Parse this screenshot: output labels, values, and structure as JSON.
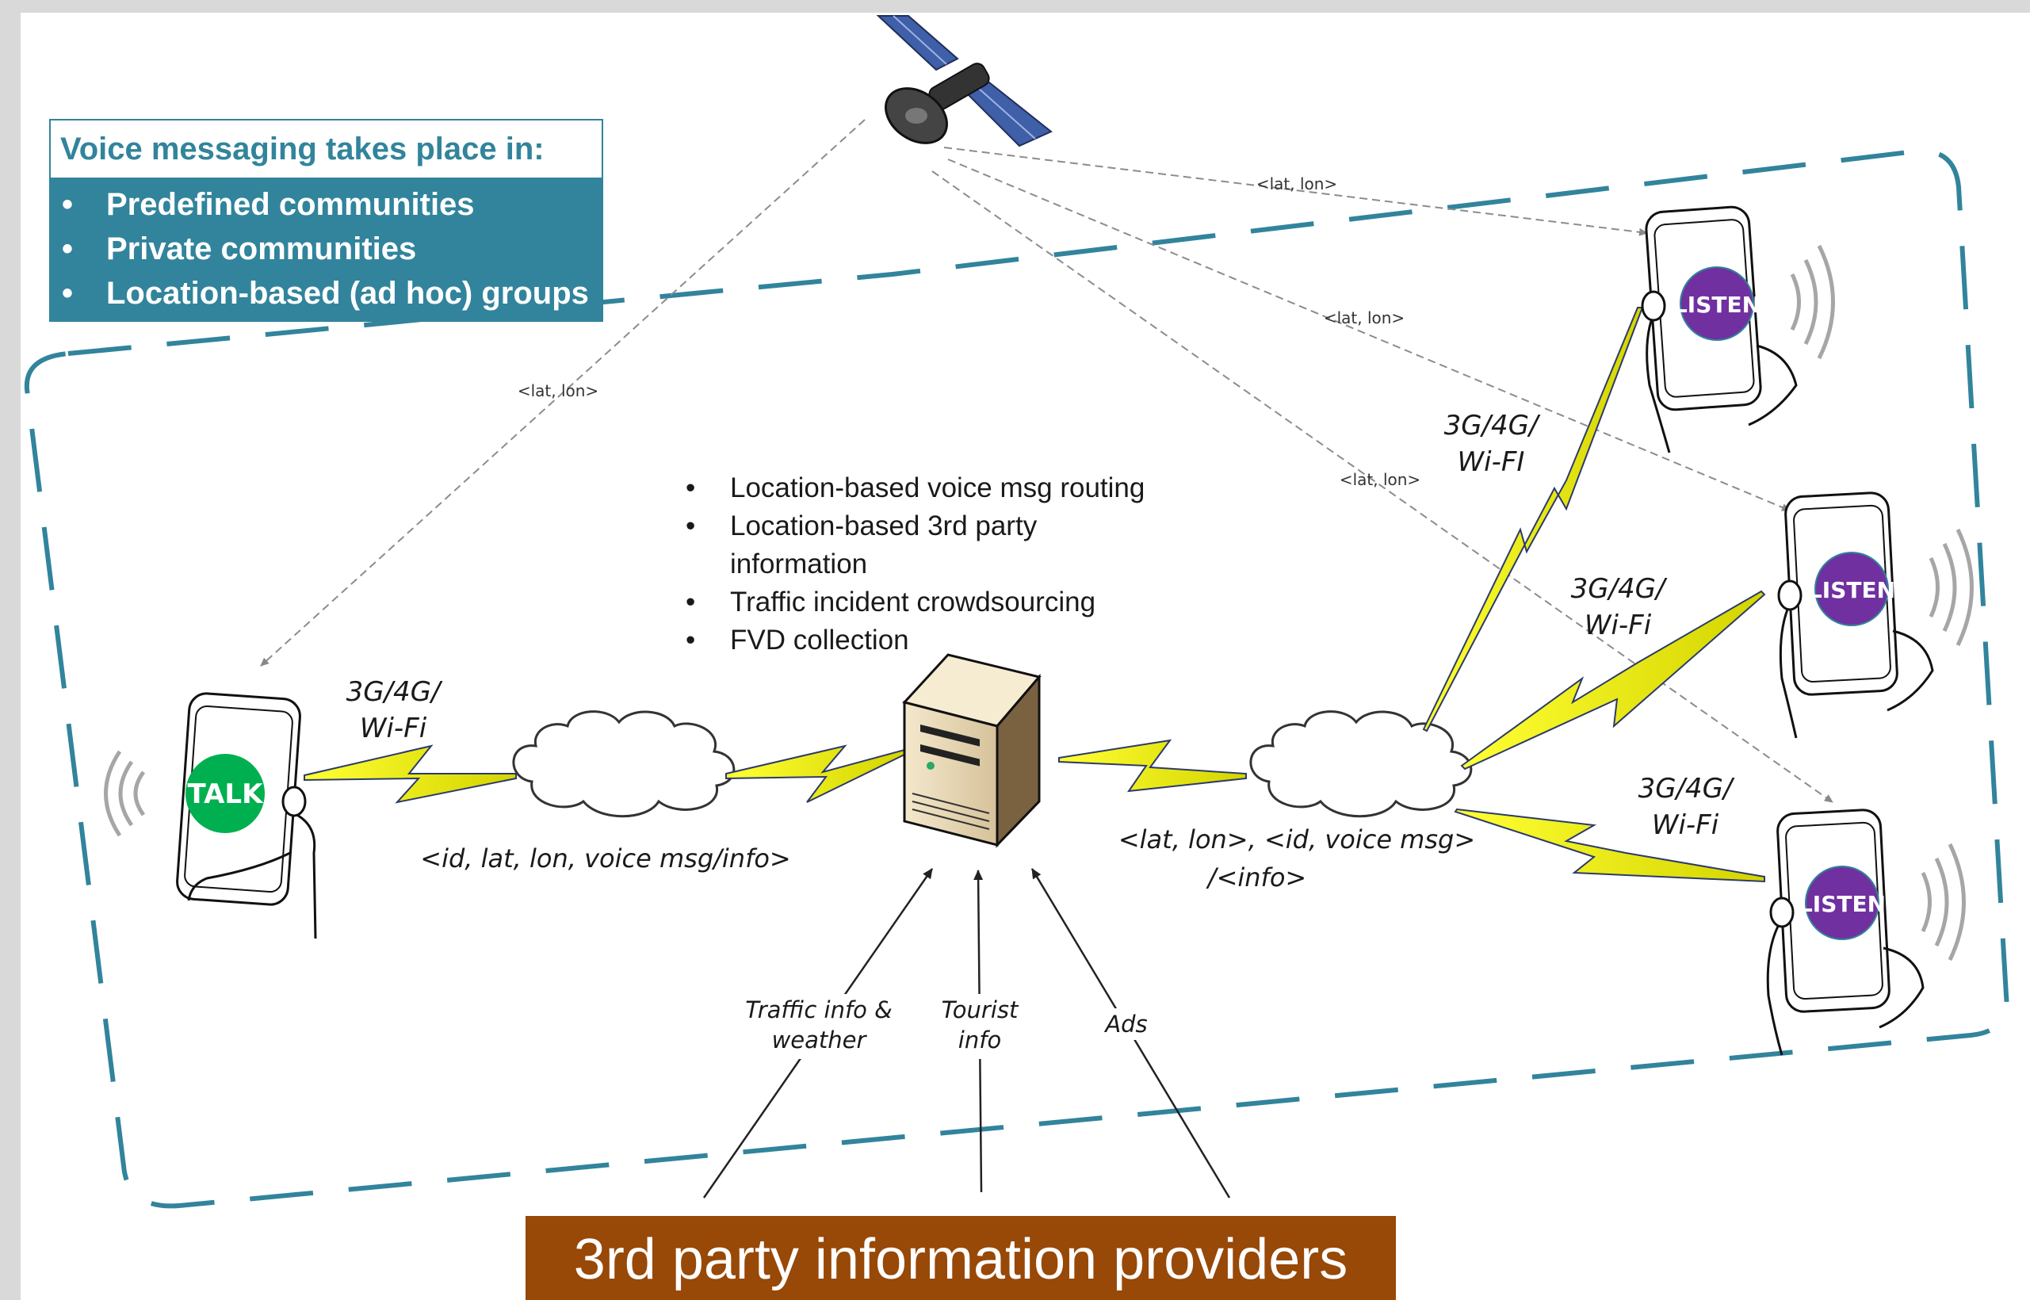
{
  "info_box": {
    "title": "Voice messaging takes place in:",
    "items": [
      "Predefined communities",
      "Private communities",
      "Location-based (ad hoc) groups"
    ]
  },
  "server_features": [
    "Location-based voice msg routing",
    "Location-based 3rd party information",
    "Traffic incident crowdsourcing",
    "FVD collection"
  ],
  "phones": {
    "talk": "TALK",
    "listen": "LISTEN"
  },
  "link_labels": {
    "left_network": "3G/4G/ Wi-Fi",
    "right_network_1": "3G/4G/ Wi-FI",
    "right_network_2": "3G/4G/ Wi-Fi",
    "right_network_3": "3G/4G/ Wi-Fi"
  },
  "message_labels": {
    "uplink": "<id, lat, lon, voice msg/info>",
    "downlink_line1": "<lat, lon>, <id, voice msg>",
    "downlink_line2": "/<info>"
  },
  "gps_label": "<lat, lon>",
  "provider_inputs": [
    "Traffic info & weather",
    "Tourist info",
    "Ads"
  ],
  "providers_label": "3rd party information providers",
  "colors": {
    "teal": "#31849b",
    "talk_green": "#00b050",
    "listen_purple": "#7030a0",
    "lightning_yellow": "#ffff00",
    "provider_brown": "#984807"
  }
}
